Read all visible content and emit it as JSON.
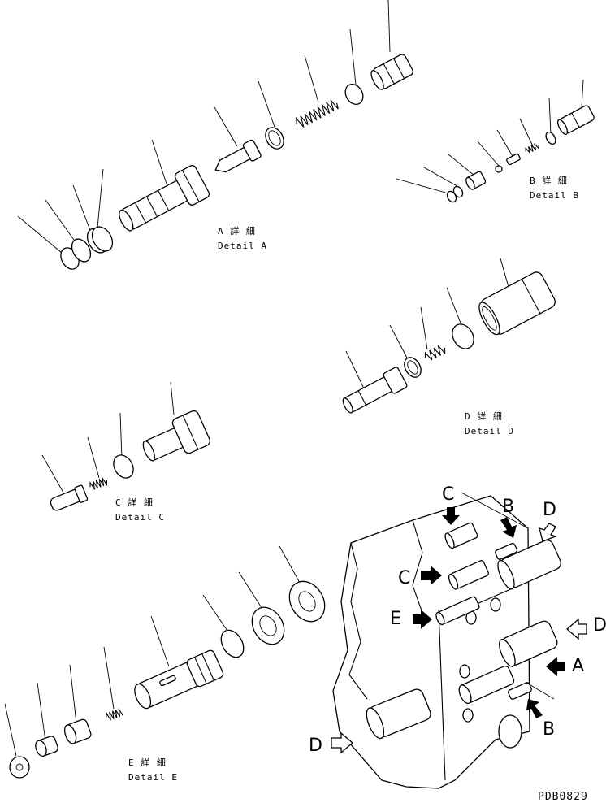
{
  "details": {
    "a": {
      "jp": "A 詳 細",
      "en": "Detail A"
    },
    "b": {
      "jp": "B 詳 細",
      "en": "Detail B"
    },
    "c": {
      "jp": "C 詳 細",
      "en": "Detail C"
    },
    "d": {
      "jp": "D 詳 細",
      "en": "Detail D"
    },
    "e": {
      "jp": "E 詳 細",
      "en": "Detail E"
    }
  },
  "arrows": {
    "c_top": "C",
    "b_top": "B",
    "d_top": "D",
    "c_mid": "C",
    "e_mid": "E",
    "d_right": "D",
    "a_right": "A",
    "b_bottom": "B",
    "d_left": "D"
  },
  "drawing_code": "PDB0829"
}
